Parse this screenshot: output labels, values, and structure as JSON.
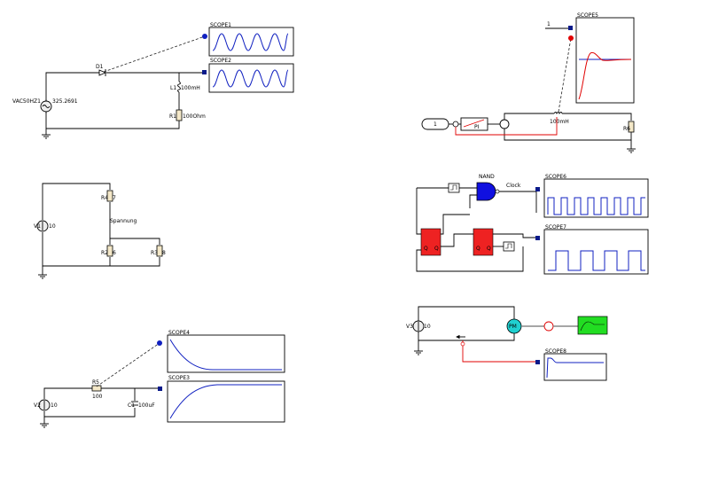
{
  "colors": {
    "wire": "#000000",
    "signal": "#1020c0",
    "signal_red": "#e00000",
    "logic_block": "#ee2222",
    "nand": "#1010e0",
    "pm_motor": "#20d0d0",
    "display": "#22dd22"
  },
  "circuit1": {
    "scope1": "SCOPE1",
    "scope2": "SCOPE2",
    "diode": "D1",
    "source": "VAC50HZ1",
    "source_value": "325.2691",
    "inductor": "L1",
    "inductor_value": "100mH",
    "resistor": "R1",
    "resistor_value": "100Ohm"
  },
  "circuit2": {
    "source": "V1",
    "source_value": "10",
    "r4": "R4",
    "r4_value": "7",
    "r2": "R2",
    "r2_value": "6",
    "r3": "R3",
    "r3_value": "8",
    "node_label": "Spannung"
  },
  "circuit3": {
    "scope4": "SCOPE4",
    "scope3": "SCOPE3",
    "source": "V2",
    "source_value": "10",
    "resistor": "R5",
    "resistor_value": "100",
    "capacitor": "C1",
    "capacitor_value": "100uF"
  },
  "circuit4": {
    "scope5": "SCOPE5",
    "const_top": "1",
    "const_left": "1",
    "controller": "PI",
    "inductor_value": "100mH",
    "resistor": "R6"
  },
  "circuit5": {
    "gate": "NAND",
    "clock": "Clock",
    "scope6": "SCOPE6",
    "scope7": "SCOPE7",
    "ff1_q": "Q",
    "ff1_qb": "Q",
    "ff2_q": "Q",
    "ff2_qb": "Q"
  },
  "circuit6": {
    "source": "V3",
    "source_value": "10",
    "motor": "PM",
    "scope8": "SCOPE8"
  }
}
